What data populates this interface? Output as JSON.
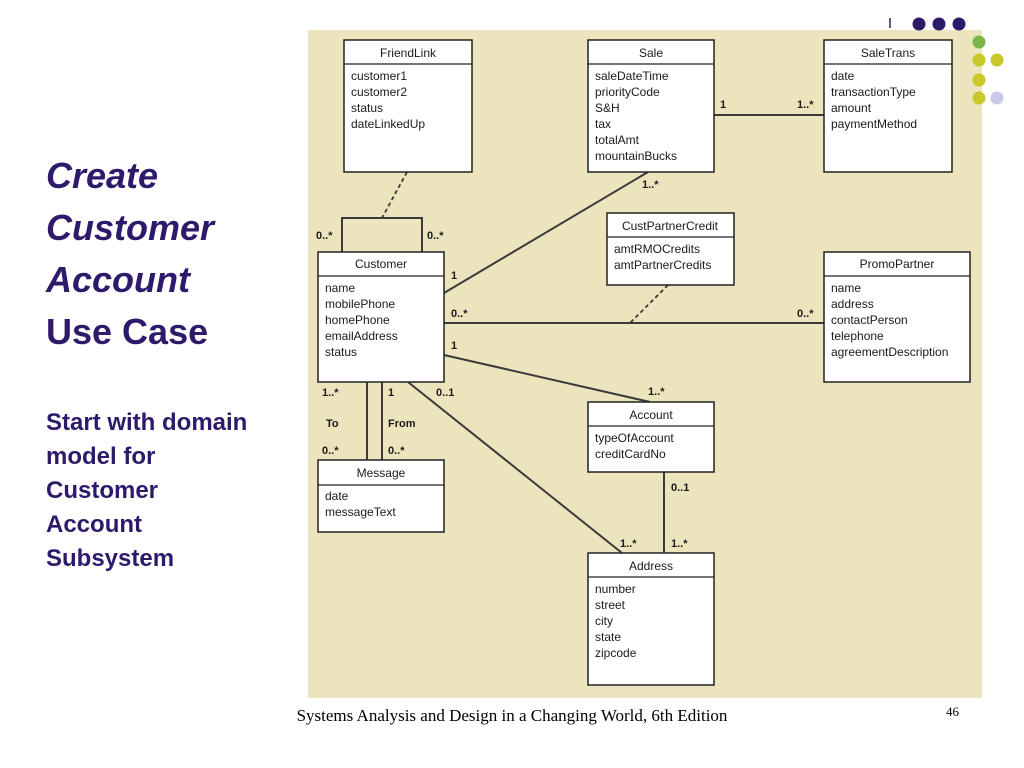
{
  "slide": {
    "title": [
      "Create",
      "Customer",
      "Account",
      "Use Case"
    ],
    "subtitle": [
      "Start with domain",
      "model for",
      "Customer",
      "Account",
      "Subsystem"
    ],
    "footer": "Systems Analysis and Design in a Changing World, 6th Edition",
    "page_number": "46",
    "accent_colors": {
      "title": "#2e1a6b",
      "dot_purple": "#2e1a6b",
      "dot_olive": "#c8c82a",
      "dot_lavender": "#c9c9e6",
      "panel": "#ece4bd"
    }
  },
  "classes": {
    "friendlink": {
      "name": "FriendLink",
      "attrs": [
        "customer1",
        "customer2",
        "status",
        "dateLinkedUp"
      ]
    },
    "sale": {
      "name": "Sale",
      "attrs": [
        "saleDateTime",
        "priorityCode",
        "S&H",
        "tax",
        "totalAmt",
        "mountainBucks"
      ]
    },
    "saletrans": {
      "name": "SaleTrans",
      "attrs": [
        "date",
        "transactionType",
        "amount",
        "paymentMethod"
      ]
    },
    "custpartnercredit": {
      "name": "CustPartnerCredit",
      "attrs": [
        "amtRMOCredits",
        "amtPartnerCredits"
      ]
    },
    "customer": {
      "name": "Customer",
      "attrs": [
        "name",
        "mobilePhone",
        "homePhone",
        "emailAddress",
        "status"
      ]
    },
    "promopartner": {
      "name": "PromoPartner",
      "attrs": [
        "name",
        "address",
        "contactPerson",
        "telephone",
        "agreementDescription"
      ]
    },
    "account": {
      "name": "Account",
      "attrs": [
        "typeOfAccount",
        "creditCardNo"
      ]
    },
    "message": {
      "name": "Message",
      "attrs": [
        "date",
        "messageText"
      ]
    },
    "address": {
      "name": "Address",
      "attrs": [
        "number",
        "street",
        "city",
        "state",
        "zipcode"
      ]
    }
  },
  "multiplicities": {
    "sale_saletrans_sale": "1",
    "sale_saletrans_trans": "1..*",
    "sale_customer_sale": "1..*",
    "customer_sale": "1",
    "friend_left": "0..*",
    "friend_right": "0..*",
    "customer_promo": "0..*",
    "promo_customer": "0..*",
    "customer_account": "1",
    "account_customer": "1..*",
    "msg_to_customer": "1..*",
    "msg_to_message": "0..*",
    "msg_from_customer": "1",
    "msg_from_message": "0..*",
    "customer_address": "0..1",
    "account_address": "0..1",
    "address_customer": "1..*",
    "address_account": "1..*"
  },
  "role_labels": {
    "to": "To",
    "from": "From"
  }
}
